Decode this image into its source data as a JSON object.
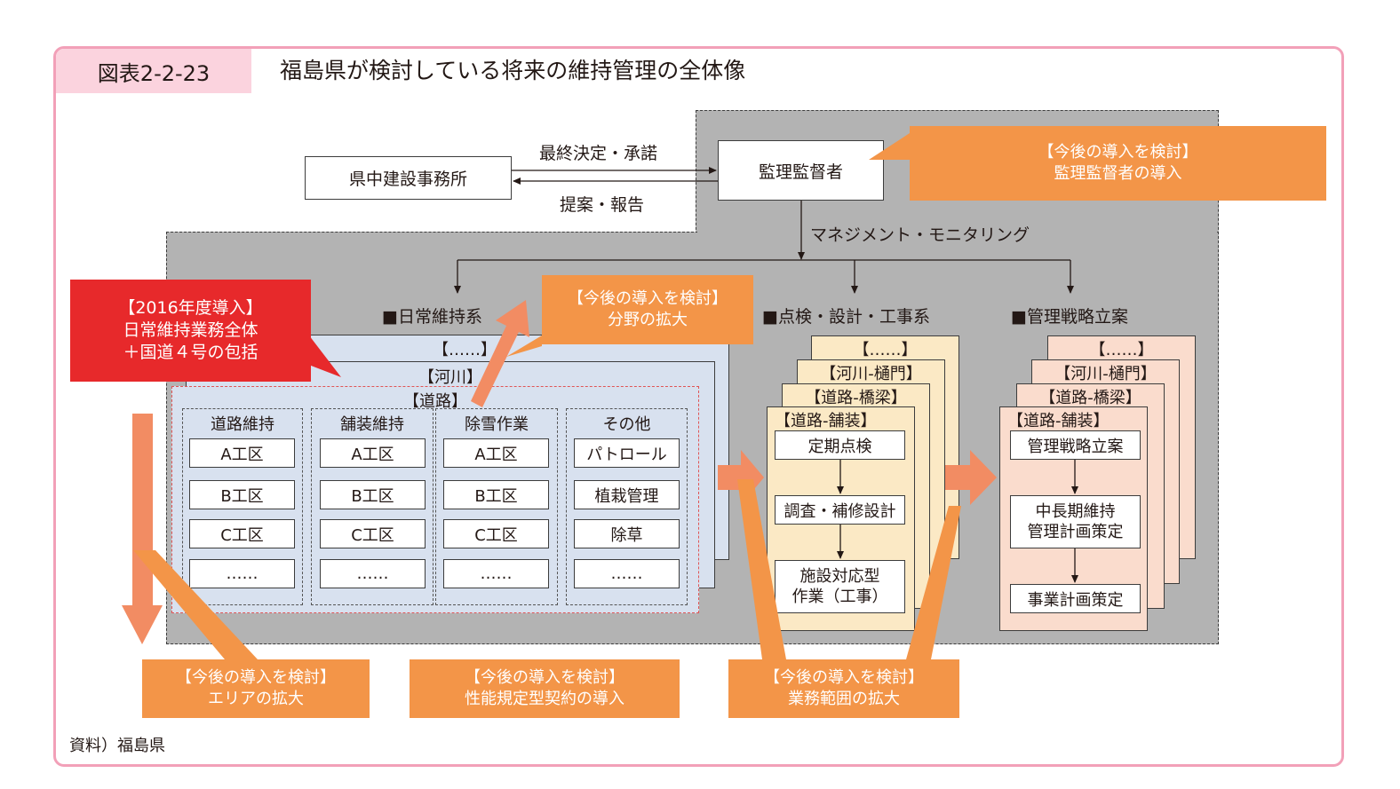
{
  "figure": {
    "number": "図表2-2-23",
    "title": "福島県が検討している将来の維持管理の全体像",
    "source": "資料）福島県"
  },
  "top": {
    "office": "県中建設事務所",
    "supervisor": "監理監督者",
    "arrow_decision": "最終決定・承諾",
    "arrow_proposal": "提案・報告",
    "management": "マネジメント・モニタリング"
  },
  "callouts": {
    "supervisor_intro": [
      "【今後の導入を検討】",
      "監理監督者の導入"
    ],
    "field_expand": [
      "【今後の導入を検討】",
      "分野の拡大"
    ],
    "area_expand": [
      "【今後の導入を検討】",
      "エリアの拡大"
    ],
    "performance": [
      "【今後の導入を検討】",
      "性能規定型契約の導入"
    ],
    "scope_expand": [
      "【今後の導入を検討】",
      "業務範囲の拡大"
    ]
  },
  "red_note": [
    "【2016年度導入】",
    "日常維持業務全体",
    "＋国道４号の包括"
  ],
  "daily": {
    "header": "■日常維持系",
    "layers": [
      "【……】",
      "【河川】",
      "【道路】"
    ],
    "columns": [
      {
        "title": "道路維持",
        "items": [
          "A工区",
          "B工区",
          "C工区",
          "……"
        ]
      },
      {
        "title": "舗装維持",
        "items": [
          "A工区",
          "B工区",
          "C工区",
          "……"
        ]
      },
      {
        "title": "除雪作業",
        "items": [
          "A工区",
          "B工区",
          "C工区",
          "……"
        ]
      },
      {
        "title": "その他",
        "items": [
          "パトロール",
          "植栽管理",
          "除草",
          "……"
        ]
      }
    ]
  },
  "inspection": {
    "header": "■点検・設計・工事系",
    "layers": [
      "【……】",
      "【河川-樋門】",
      "【道路-橋梁】",
      "【道路-舗装】"
    ],
    "steps": [
      "定期点検",
      "調査・補修設計",
      "施設対応型\n作業（工事）"
    ]
  },
  "strategy": {
    "header": "■管理戦略立案",
    "layers": [
      "【……】",
      "【河川-樋門】",
      "【道路-橋梁】",
      "【道路-舗装】"
    ],
    "steps": [
      "管理戦略立案",
      "中長期維持\n管理計画策定",
      "事業計画策定"
    ]
  },
  "colors": {
    "frame": "#f2a0b8",
    "tab": "#fbd3de",
    "orange": "#f39548",
    "red": "#e7292b",
    "gray": "#b3b3b3",
    "blue": "#d8e1ef",
    "yellow": "#fbe9c5",
    "pink": "#fadccd"
  }
}
